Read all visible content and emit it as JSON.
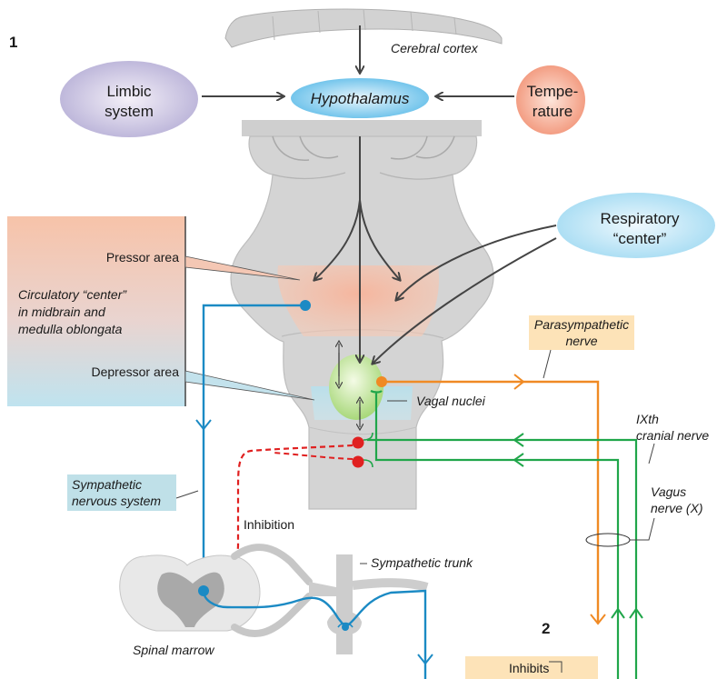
{
  "figure_numbers": {
    "one": "1",
    "two": "2"
  },
  "labels": {
    "cerebral_cortex": "Cerebral cortex",
    "hypothalamus": "Hypothalamus",
    "limbic_line1": "Limbic",
    "limbic_line2": "system",
    "temperature_line1": "Tempe-",
    "temperature_line2": "rature",
    "respiratory_line1": "Respiratory",
    "respiratory_line2": "“center”",
    "pressor_area": "Pressor area",
    "circulatory_line1": "Circulatory “center”",
    "circulatory_line2": "in midbrain and",
    "circulatory_line3": "medulla oblongata",
    "depressor_area": "Depressor area",
    "vagal_nuclei": "Vagal nuclei",
    "parasympathetic_line1": "Parasympathetic",
    "parasympathetic_line2": "nerve",
    "ixth_line1": "IXth",
    "ixth_line2": "cranial nerve",
    "vagus_line1": "Vagus",
    "vagus_line2": "nerve (X)",
    "sympathetic_line1": "Sympathetic",
    "sympathetic_line2": "nervous system",
    "inhibition": "Inhibition",
    "sympathetic_trunk": "Sympathetic trunk",
    "spinal_marrow": "Spinal marrow",
    "inhibits": "Inhibits"
  },
  "colors": {
    "sympathetic": "#1b8ac4",
    "parasympathetic": "#f08a24",
    "vagus": "#20a64a",
    "inhibition": "#e02020",
    "pressor": "#f6b8a0",
    "depressor": "#b8dde8",
    "tissue": "#d4d4d4",
    "label_box": "#fde3b8"
  }
}
